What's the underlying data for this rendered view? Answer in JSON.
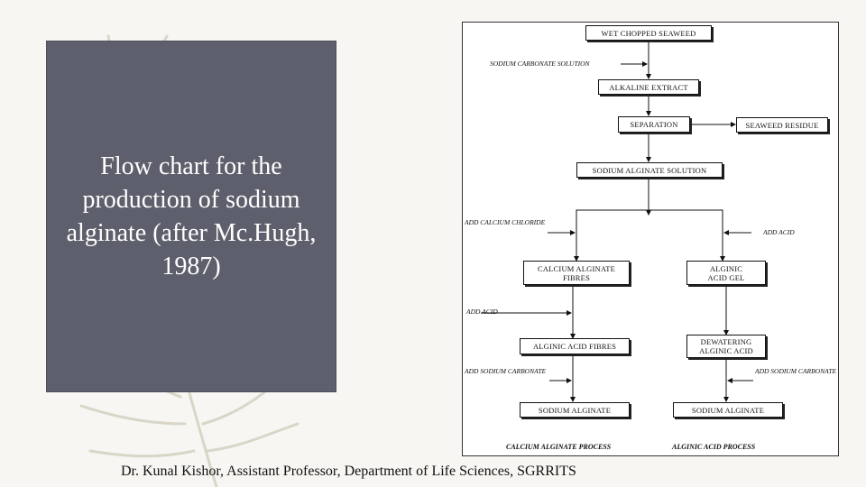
{
  "slide": {
    "title": "Flow chart for the production of sodium alginate (after Mc.Hugh, 1987)",
    "footer": "Dr. Kunal Kishor, Assistant Professor, Department of Life Sciences, SGRRITS"
  },
  "flowchart": {
    "steps": {
      "wet_seaweed": "WET CHOPPED SEAWEED",
      "alkaline_extract": "ALKALINE EXTRACT",
      "separation": "SEPARATION",
      "seaweed_residue": "SEAWEED RESIDUE",
      "sodium_alginate_solution": "SODIUM ALGINATE SOLUTION",
      "calcium_alginate_fibres": "CALCIUM ALGINATE FIBRES",
      "alginic_acid_gel": "ALGINIC ACID GEL",
      "alginic_acid_fibres": "ALGINIC ACID FIBRES",
      "dewatering_alginic_acid": "DEWATERING ALGINIC ACID",
      "sodium_alginate_left": "SODIUM ALGINATE",
      "sodium_alginate_right": "SODIUM ALGINATE"
    },
    "inputs": {
      "sodium_carbonate_solution": "SODIUM CARBONATE SOLUTION",
      "add_calcium_chloride": "ADD CALCIUM CHLORIDE",
      "add_acid_right": "ADD ACID",
      "add_acid_left": "ADD ACID",
      "add_sodium_carbonate_left": "ADD SODIUM CARBONATE",
      "add_sodium_carbonate_right": "ADD SODIUM CARBONATE"
    },
    "processes": {
      "calcium": "CALCIUM ALGINATE PROCESS",
      "alginic": "ALGINIC ACID PROCESS"
    }
  }
}
